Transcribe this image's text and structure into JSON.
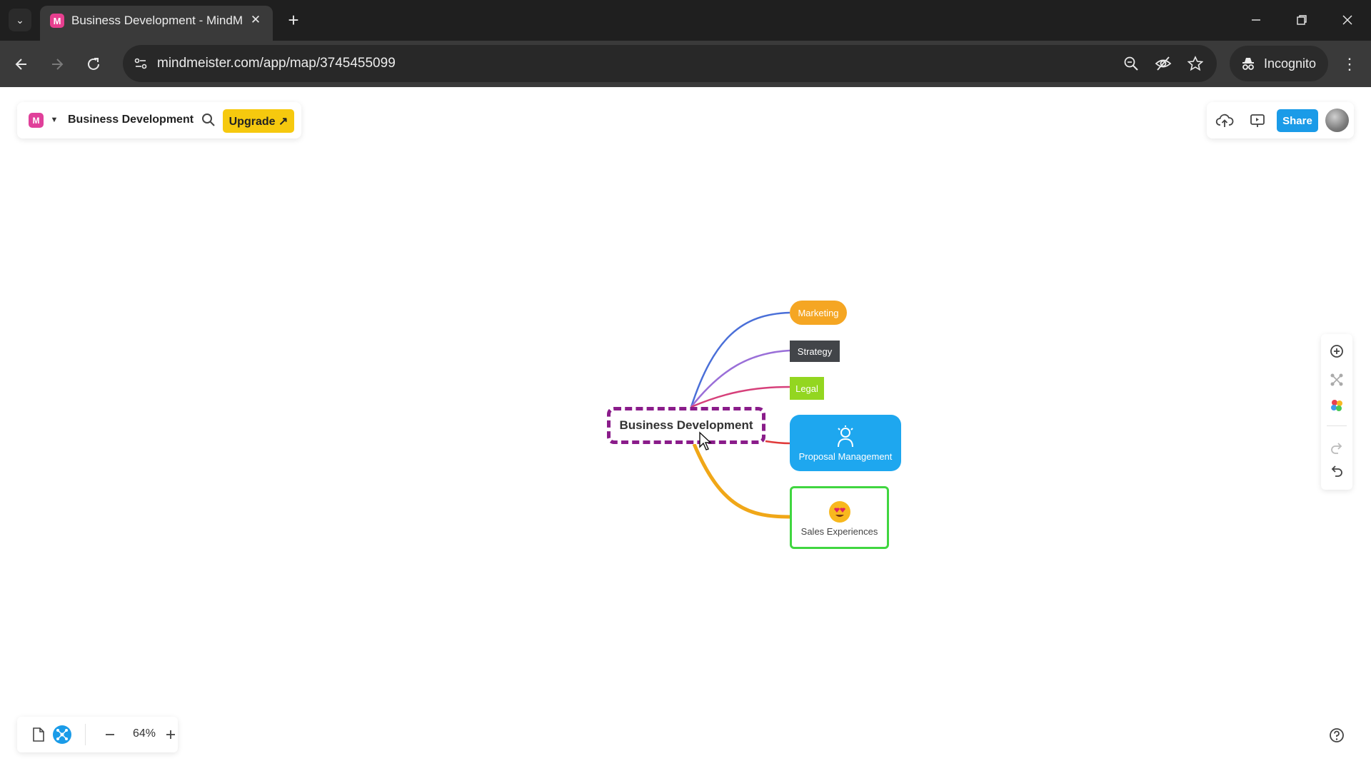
{
  "browser": {
    "tab_title": "Business Development - MindMeister",
    "url": "mindmeister.com/app/map/3745455099",
    "incognito_label": "Incognito"
  },
  "app": {
    "map_title": "Business Development",
    "upgrade_label": "Upgrade ↗",
    "share_label": "Share",
    "zoom_level": "64%"
  },
  "mindmap": {
    "root": "Business Development",
    "nodes": [
      {
        "label": "Marketing",
        "color": "#f5a623"
      },
      {
        "label": "Strategy",
        "color": "#424549"
      },
      {
        "label": "Legal",
        "color": "#93d620"
      },
      {
        "label": "Proposal Management",
        "color": "#1ea7ef",
        "icon": "idea-person-icon"
      },
      {
        "label": "Sales Experiences",
        "color": "#40d640",
        "icon": "heart-eyes-emoji-icon"
      }
    ],
    "root_border_color": "#8a1c8a"
  },
  "colors": {
    "share_button": "#1a9be8",
    "upgrade_button": "#f6c90e",
    "logo": "#e0409a"
  }
}
